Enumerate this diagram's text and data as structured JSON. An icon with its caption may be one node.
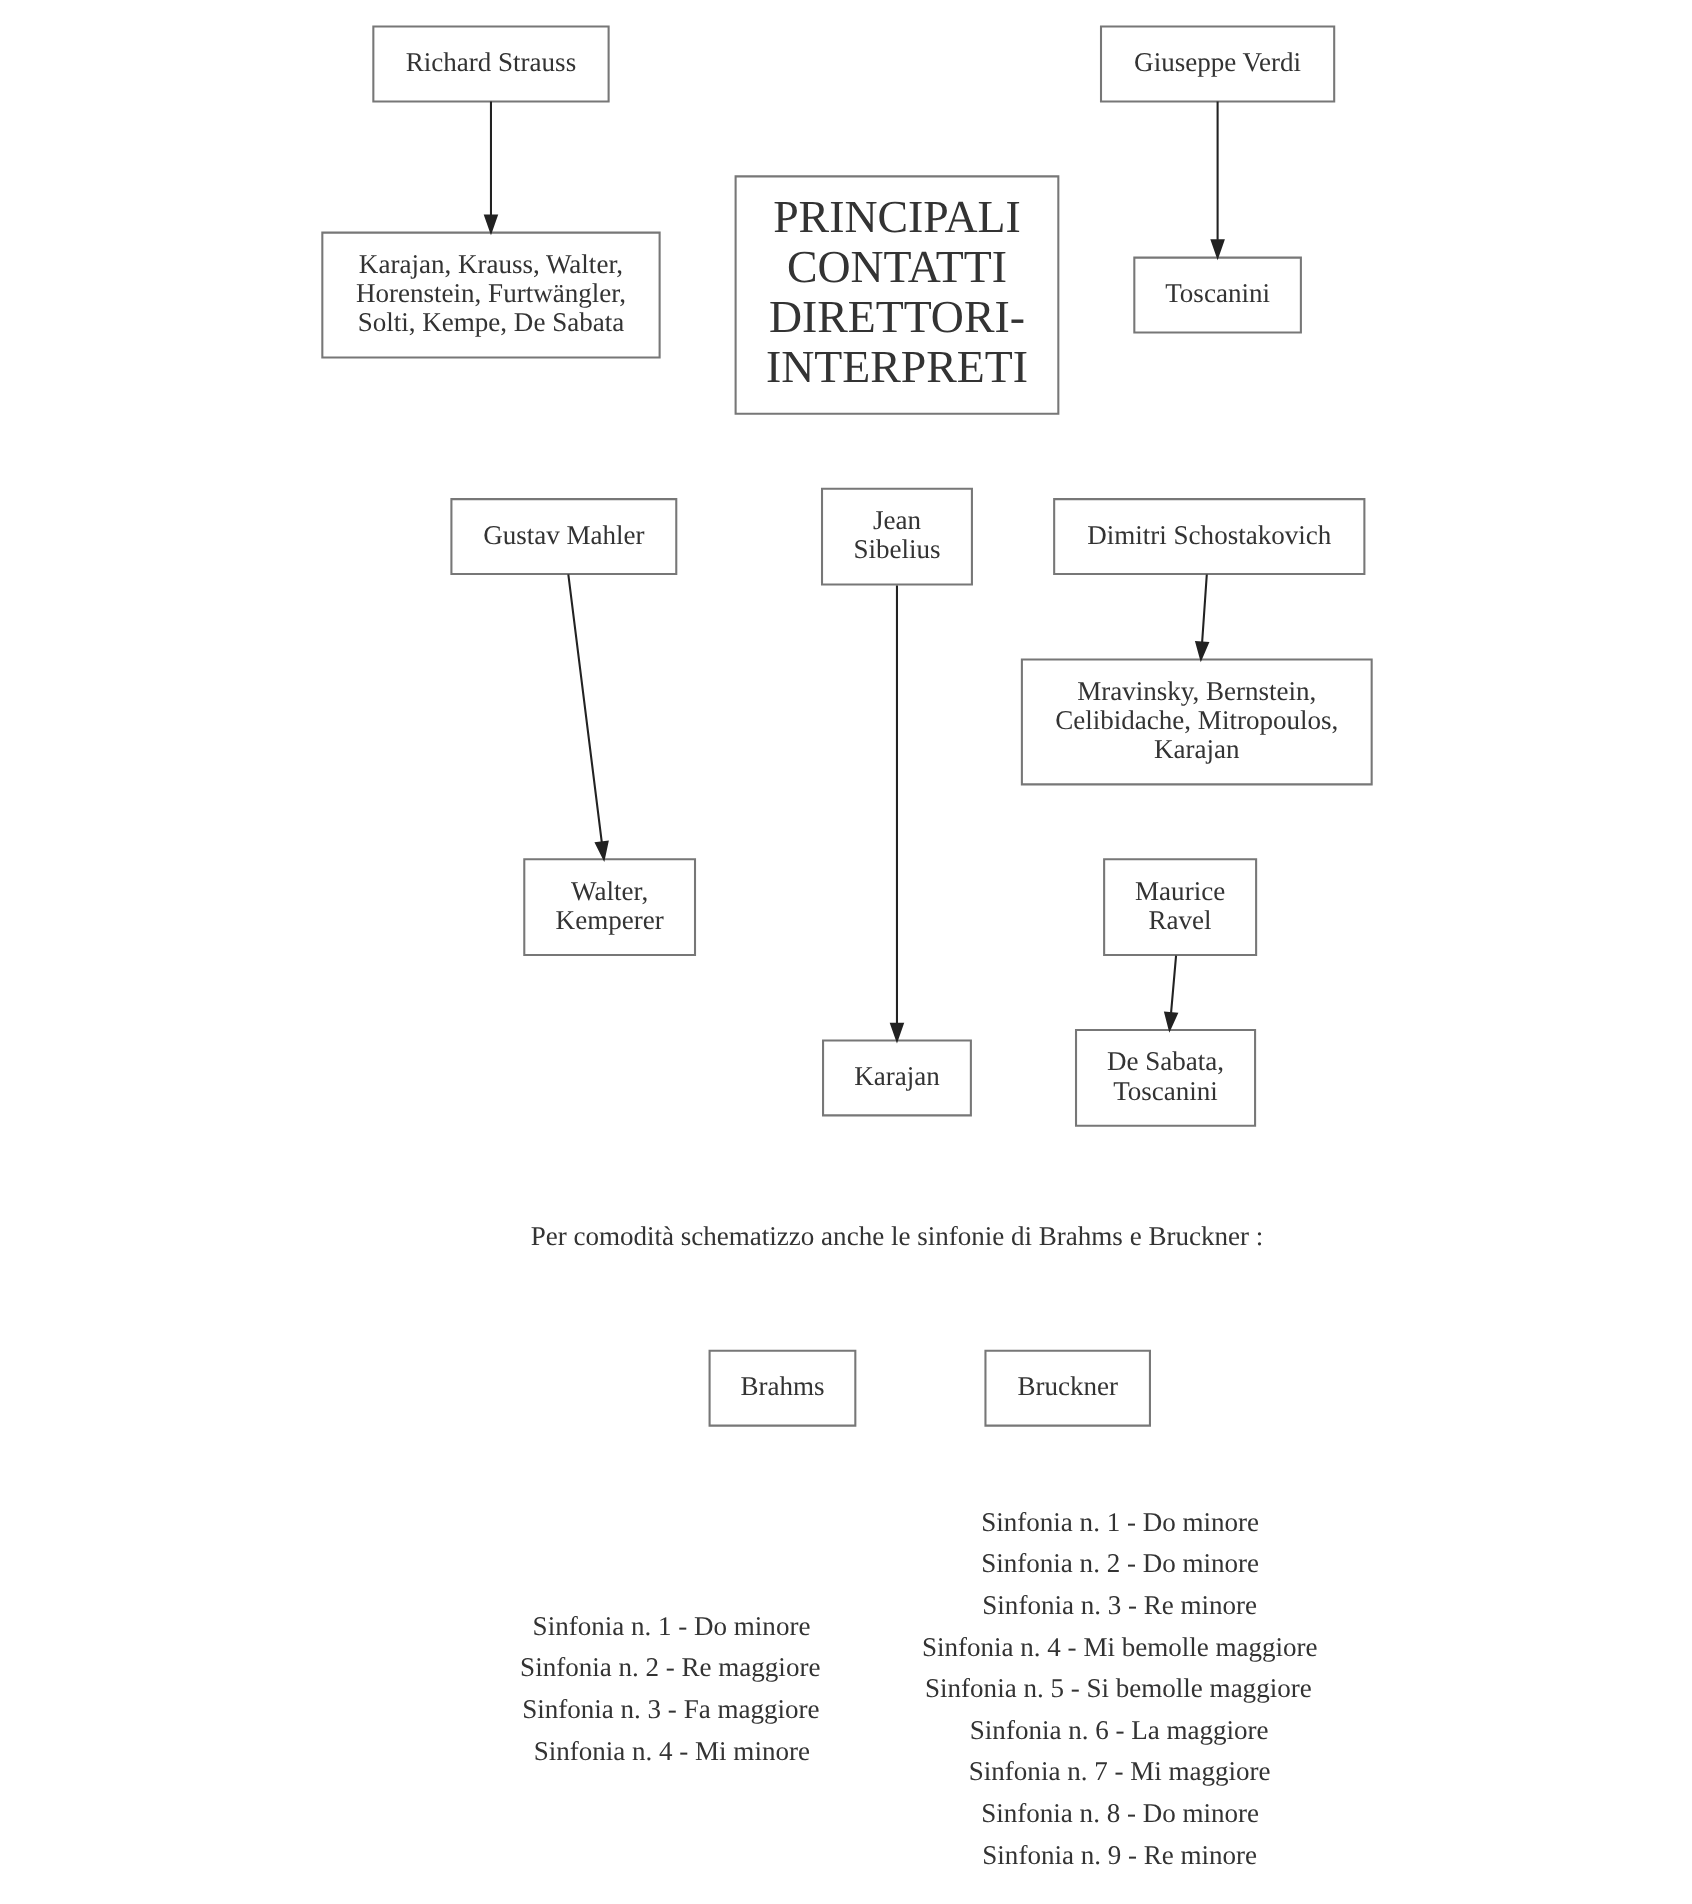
{
  "diagram": {
    "nodes": [
      {
        "text": [
          "Richard Strauss"
        ]
      },
      {
        "text": [
          "Karajan, Krauss, Walter, Horenstein, Furtwängler, Solti, Kempe, De Sabata"
        ]
      },
      {
        "text": [
          "Giuseppe Verdi"
        ]
      },
      {
        "text": [
          "Toscanini"
        ]
      },
      {
        "text": [
          "PRINCIPALI CONTATTI DIRETTORI-INTERPRETI"
        ]
      },
      {
        "text": [
          "Dimitri Schostakovich"
        ]
      },
      {
        "text": [
          "Mravinsky, Bernstein, Celibidache, Mitropoulos, Karajan"
        ]
      },
      {
        "text": [
          "Gustav Mahler"
        ]
      },
      {
        "text": [
          "Jean Sibelius"
        ]
      },
      {
        "text": [
          "Walter, Kemperer"
        ]
      },
      {
        "text": [
          "Karajan"
        ]
      },
      {
        "text": [
          "Maurice Ravel"
        ]
      },
      {
        "text": [
          "De Sabata, Toscanini"
        ]
      },
      {
        "text": [
          "Brahms"
        ]
      },
      {
        "text": [
          "Bruckner"
        ]
      }
    ],
    "edges": [
      {
        "from": 0,
        "to": 1,
        "arrow": "to"
      },
      {
        "from": 2,
        "to": 3,
        "arrow": "to"
      },
      {
        "from": 5,
        "to": 6,
        "arrow": "to"
      },
      {
        "from": 7,
        "to": 9,
        "arrow": "to"
      },
      {
        "from": 8,
        "to": 10,
        "arrow": "to"
      },
      {
        "from": 11,
        "to": 12,
        "arrow": "to"
      }
    ],
    "labels": [
      "Per comodità schematizzo anche le sinfonie di Brahms e Bruckner :",
      "Sinfonia n. 1 - Do minore",
      "Sinfonia n. 2 - Re maggiore",
      "Sinfonia n. 3 - Fa maggiore",
      "Sinfonia n. 4 - Mi minore",
      "Sinfonia n. 1 - Do minore",
      "Sinfonia n. 2 - Do minore",
      "Sinfonia n. 3 - Re minore",
      "Sinfonia n. 4 - Mi bemolle maggiore",
      "Sinfonia n. 5 - Si bemolle maggiore",
      "Sinfonia n. 6 - La maggiore",
      "Sinfonia n. 7 - Mi maggiore",
      "Sinfonia n. 8 - Do minore",
      "Sinfonia n. 9 - Re minore"
    ]
  }
}
